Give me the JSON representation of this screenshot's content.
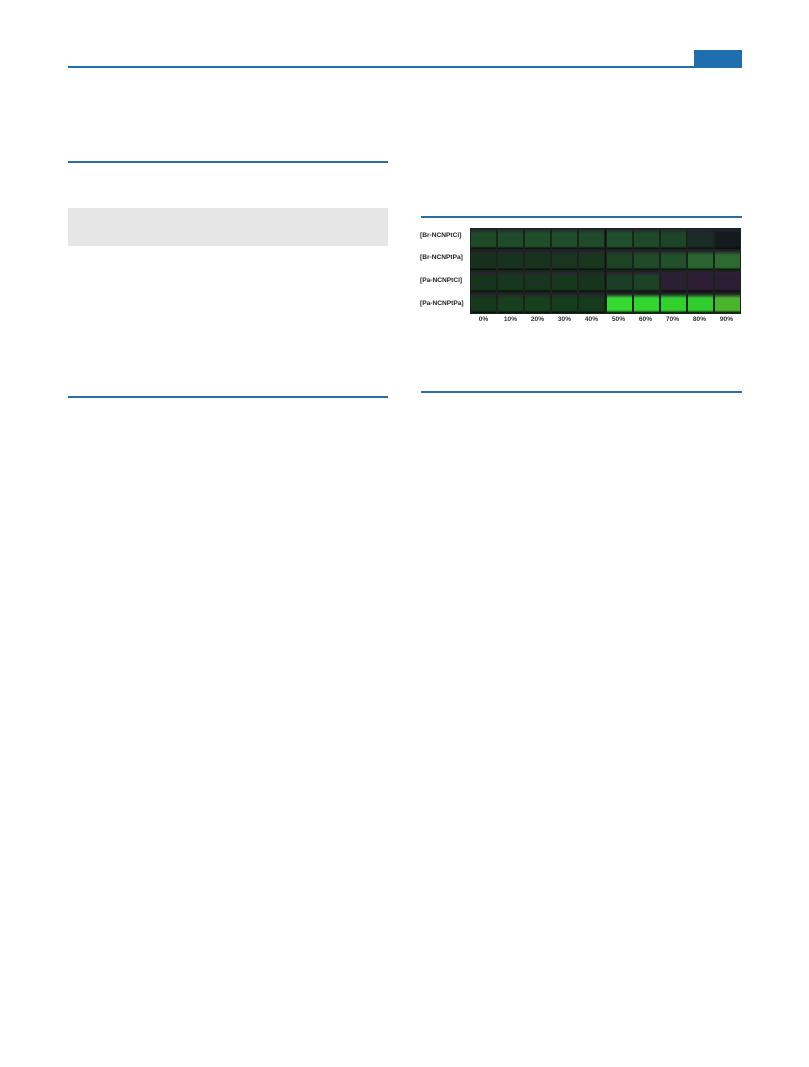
{
  "figure": {
    "row_labels": [
      "[Br-NCNPtCl]",
      "[Br-NCNPtPa]",
      "[Pa-NCNPtCl]",
      "[Pa-NCNPtPa]"
    ],
    "column_labels": [
      "0%",
      "10%",
      "20%",
      "30%",
      "40%",
      "50%",
      "60%",
      "70%",
      "80%",
      "90%"
    ],
    "colors": {
      "rules": "#1f6fb0",
      "shade": "#e6e6e6",
      "dark_green": "#16361c",
      "mid_green": "#1f4d28",
      "bright_green": "#34d62e",
      "purple_dark": "#2a1a33"
    },
    "cell_colors": [
      [
        "#1e4a27",
        "#1f4c2a",
        "#204e2a",
        "#204d2b",
        "#1f4b2a",
        "#204f2c",
        "#1e4a2a",
        "#1d4528",
        "#1a2c25",
        "#141b1c"
      ],
      [
        "#17301c",
        "#18331d",
        "#18331d",
        "#19351f",
        "#19361f",
        "#1e4426",
        "#204a29",
        "#22502b",
        "#2a6430",
        "#2d6a32"
      ],
      [
        "#16351d",
        "#17371e",
        "#17361d",
        "#18381e",
        "#17341c",
        "#1c3e24",
        "#1d4226",
        "#2a1f33",
        "#2d1e36",
        "#2b1d33"
      ],
      [
        "#163a1b",
        "#17401c",
        "#17401c",
        "#173e1c",
        "#163b1b",
        "#35d92f",
        "#34d42e",
        "#33d12e",
        "#31cc2d",
        "#49b42c"
      ]
    ]
  }
}
